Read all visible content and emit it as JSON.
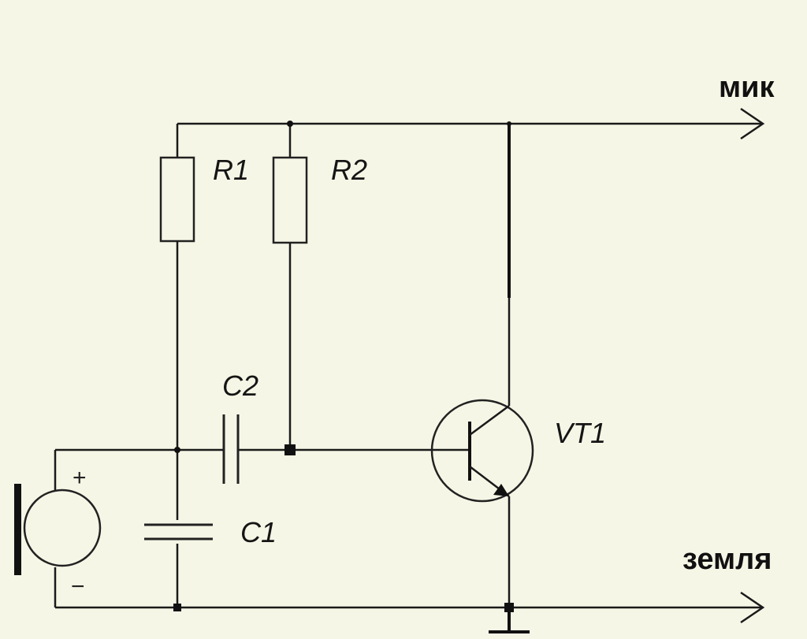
{
  "nets": {
    "top": "мик",
    "bottom": "земля"
  },
  "components": {
    "r1": "R1",
    "r2": "R2",
    "c1": "C1",
    "c2": "C2",
    "vt1": "VT1"
  },
  "mic": {
    "plus": "+",
    "minus": "−"
  }
}
